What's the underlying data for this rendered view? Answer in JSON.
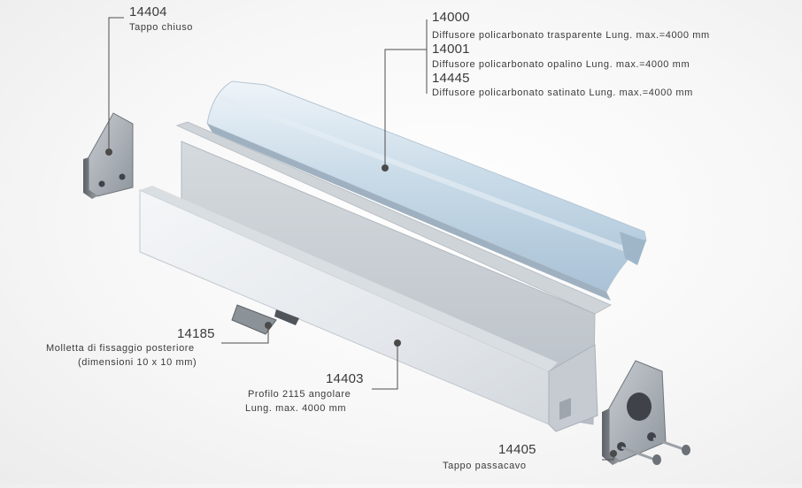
{
  "callouts": {
    "end_cap_closed": {
      "code": "14404",
      "desc": "Tappo chiuso"
    },
    "diffuser_clear": {
      "code": "14000",
      "desc": "Diffusore policarbonato trasparente Lung. max.=4000 mm"
    },
    "diffuser_opal": {
      "code": "14001",
      "desc": "Diffusore policarbonato opalino Lung. max.=4000 mm"
    },
    "diffuser_satin": {
      "code": "14445",
      "desc": "Diffusore policarbonato satinato Lung. max.=4000 mm"
    },
    "clip": {
      "code": "14185",
      "desc_line1": "Molletta di fissaggio posteriore",
      "desc_line2": "(dimensioni 10 x 10 mm)"
    },
    "profile": {
      "code": "14403",
      "desc_line1": "Profilo 2115 angolare",
      "desc_line2": "Lung.  max. 4000 mm"
    },
    "end_cap_cable": {
      "code": "14405",
      "desc": "Tappo passacavo"
    }
  },
  "colors": {
    "leader": "#4d4d4d",
    "dot": "#4a4a4a",
    "text": "#3a3a3a",
    "aluminium_light": "#e9ecef",
    "aluminium_dark": "#a9b0b8",
    "diffuser": "#c9dbe8"
  }
}
